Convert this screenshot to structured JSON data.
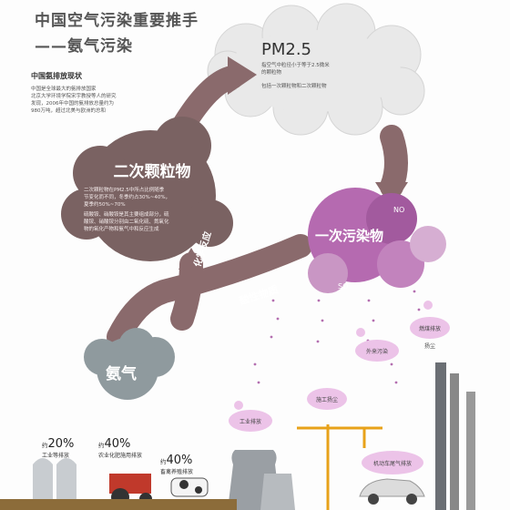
{
  "title": {
    "line1": "中国空气污染重要推手",
    "line2": "——氨气污染"
  },
  "intro": {
    "heading": "中国氨排放现状",
    "lines": [
      "中国是全球最大的氨排放国家",
      "北京大学环境学院宋宇教授等人的研究",
      "发现，2006年中国的氨排放总量约为",
      "980万吨，超过北美与欧洲的总和"
    ]
  },
  "pm25": {
    "title": "PM2.5",
    "desc_lines": [
      "指空气中粒径小于等于2.5微米",
      "的颗粒物"
    ],
    "include": "包括一次颗粒物和二次颗粒物"
  },
  "secondary": {
    "title": "二次颗粒物",
    "desc_lines": [
      "二次颗粒物在PM2.5中所占比例随季",
      "节变化而不同，冬季约占30%~40%，",
      "夏季约50%~70%"
    ],
    "desc2_lines": [
      "硫酸铵、硝酸铵是其主要组成部分，硫",
      "酸铵、硝酸铵分别由二氧化硫、氮氧化",
      "物的氧化产物和氨气中和反应生成"
    ]
  },
  "primary": {
    "title": "一次污染物",
    "no": "NO",
    "so": "SO"
  },
  "arrows": {
    "chem_reaction": "化学反应",
    "acidic": "酸性物质"
  },
  "ammonia": {
    "label": "氨气"
  },
  "sources": [
    {
      "label": "燃煤排放"
    },
    {
      "label": "扬尘"
    },
    {
      "label": "外来污染"
    },
    {
      "label": "施工扬尘"
    },
    {
      "label": "工业排放"
    },
    {
      "label": "机动车尾气排放"
    }
  ],
  "stats": [
    {
      "prefix": "约",
      "value": "20%",
      "desc": "工业等排放"
    },
    {
      "prefix": "约",
      "value": "40%",
      "desc": "农业化肥施用排放"
    },
    {
      "prefix": "约",
      "value": "40%",
      "desc": "畜禽养殖排放"
    }
  ],
  "colors": {
    "secondary": "#7a6262",
    "primary": "#b56ab0",
    "ammonia": "#8f9a9e",
    "arrow": "#8a6a6c",
    "cloud": "#ececec"
  }
}
